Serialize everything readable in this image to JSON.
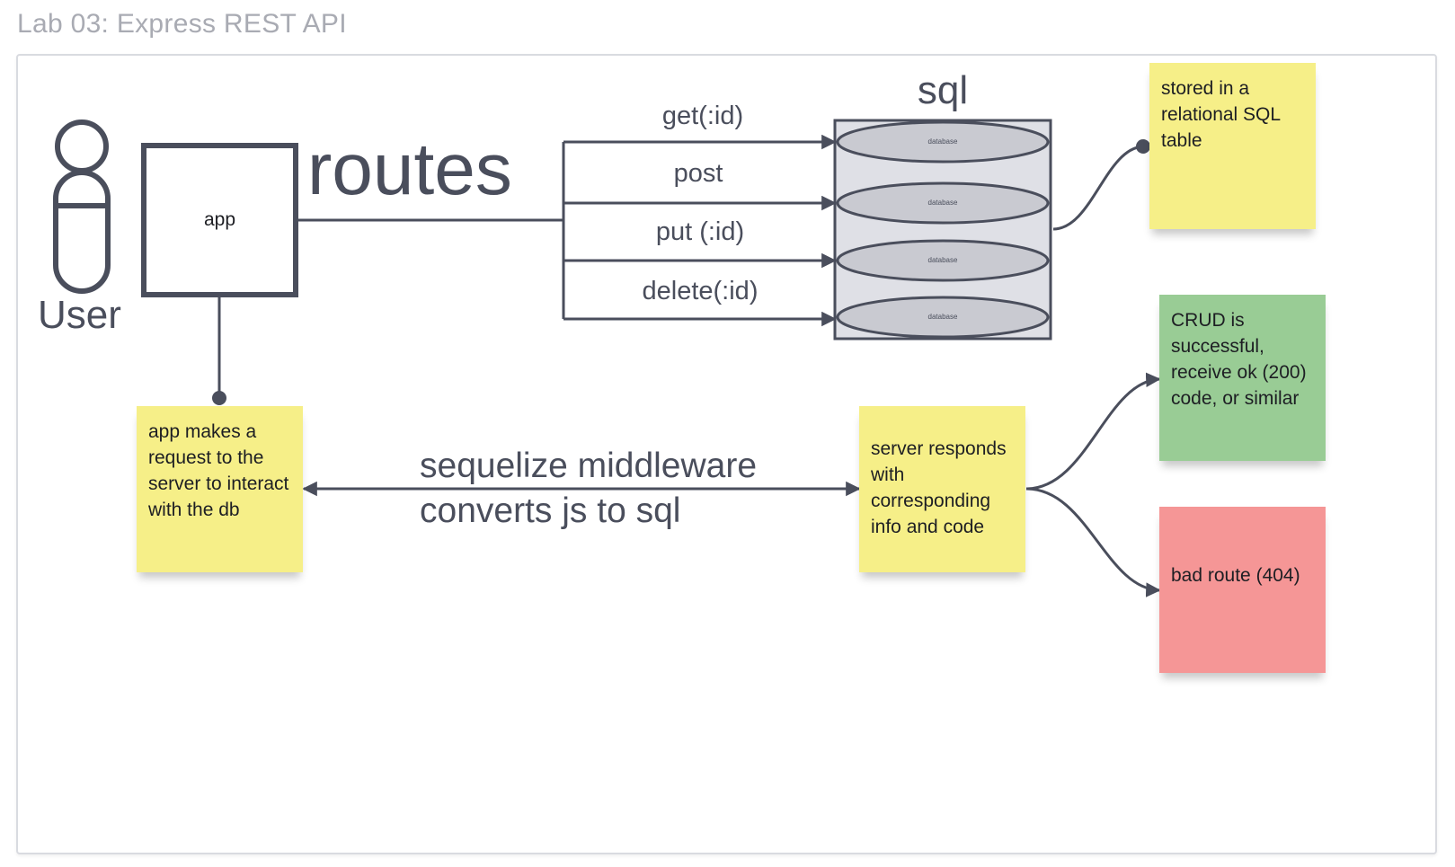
{
  "page": {
    "title": "Lab 03: Express REST API"
  },
  "actor": {
    "label": "User"
  },
  "app_box": {
    "label": "app"
  },
  "routes": {
    "title": "routes",
    "items": [
      {
        "label": "get(:id)"
      },
      {
        "label": "post"
      },
      {
        "label": "put (:id)"
      },
      {
        "label": "delete(:id)"
      }
    ]
  },
  "database": {
    "title": "sql",
    "cylinder_labels": [
      "database",
      "database",
      "database",
      "database"
    ]
  },
  "middleware": {
    "line1": "sequelize middleware",
    "line2": "converts js to sql"
  },
  "notes": {
    "sql_table": "stored in a relational SQL table",
    "app_request": "app makes a request to the server to interact with the db",
    "server_response": "server responds with corresponding info and code",
    "success": "CRUD is successful, receive ok (200) code, or similar",
    "bad_route": "bad route (404)"
  },
  "colors": {
    "line": "#4a4e5c",
    "sticky_yellow": "#f6ef88",
    "sticky_green": "#99cc95",
    "sticky_red": "#f59696",
    "db_fill": "#dfe0e6",
    "cylinder_fill": "#c9cad1"
  }
}
